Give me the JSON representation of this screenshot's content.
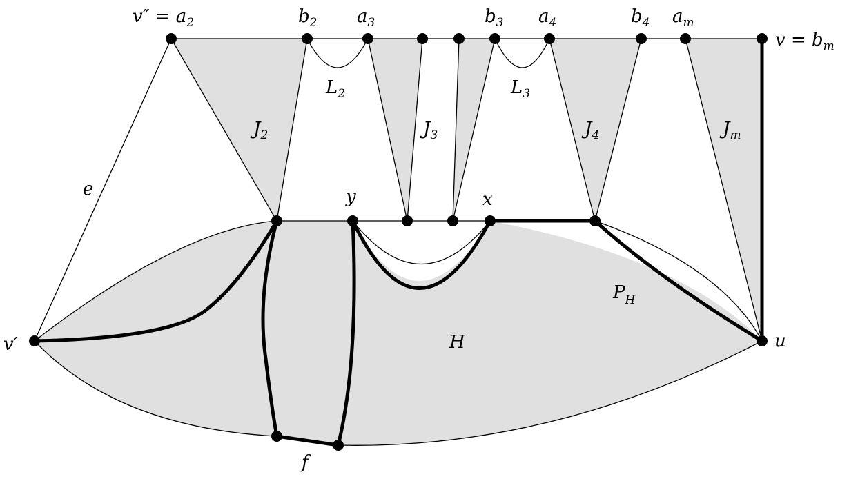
{
  "diagram": {
    "colors": {
      "face": "#e0e0e0",
      "stroke": "#000000",
      "background": "#ffffff"
    },
    "labels": {
      "v_pp": {
        "base": "v″ = a",
        "sub": "2"
      },
      "b2": {
        "base": "b",
        "sub": "2"
      },
      "a3": {
        "base": "a",
        "sub": "3"
      },
      "b3": {
        "base": "b",
        "sub": "3"
      },
      "a4": {
        "base": "a",
        "sub": "4"
      },
      "b4": {
        "base": "b",
        "sub": "4"
      },
      "am": {
        "base": "a",
        "sub": "m"
      },
      "v": {
        "base": "v = b",
        "sub": "m"
      },
      "L2": {
        "base": "L",
        "sub": "2"
      },
      "L3": {
        "base": "L",
        "sub": "3"
      },
      "J2": {
        "base": "J",
        "sub": "2"
      },
      "J3": {
        "base": "J",
        "sub": "3"
      },
      "J4": {
        "base": "J",
        "sub": "4"
      },
      "Jm": {
        "base": "J",
        "sub": "m"
      },
      "e": "e",
      "y": "y",
      "x": "x",
      "v_prime": "v′",
      "u": "u",
      "H": "H",
      "PH": {
        "base": "P",
        "sub": "H"
      },
      "f": "f"
    }
  }
}
